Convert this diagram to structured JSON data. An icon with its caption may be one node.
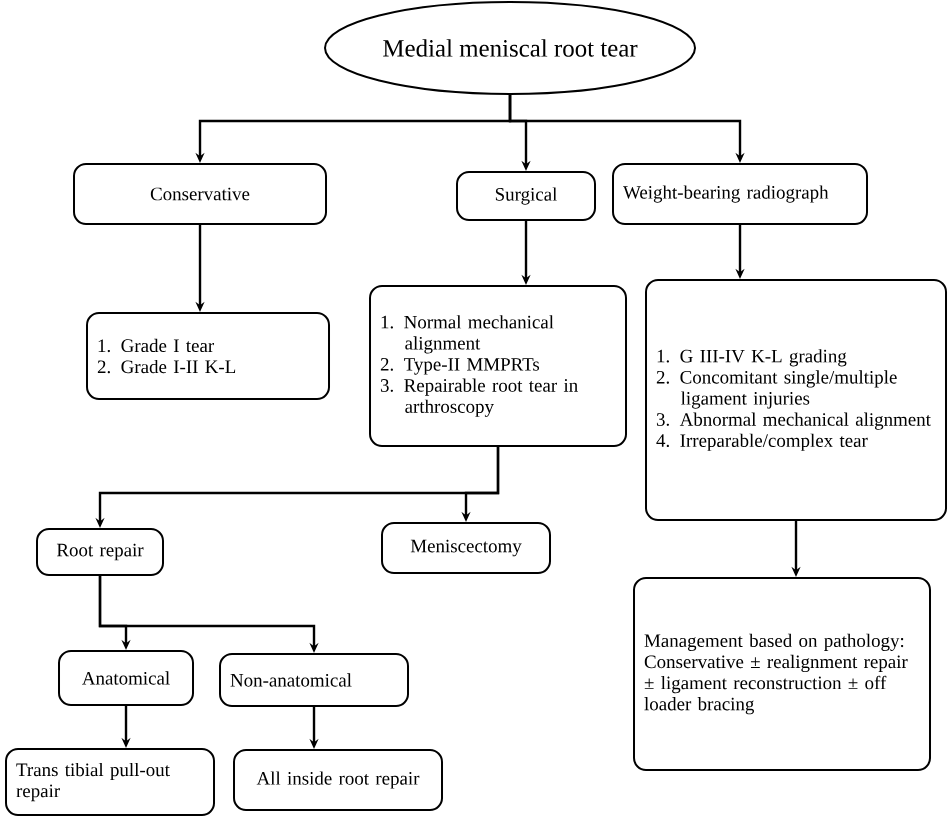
{
  "diagram": {
    "nodes": [
      {
        "text": [
          "Medial meniscal root tear"
        ]
      },
      {
        "text": [
          "Conservative"
        ]
      },
      {
        "text": [
          "Surgical"
        ]
      },
      {
        "text": [
          "Weight-bearing radiograph"
        ]
      },
      {
        "text": [
          "1. Grade I tear",
          "2. Grade I-II K-L"
        ]
      },
      {
        "text": [
          "1. Normal mechanical alignment",
          "2. Type-II MMPRTs",
          "3. Repairable root tear in arthroscopy"
        ]
      },
      {
        "text": [
          "1. G III-IV K-L grading",
          "2. Concomitant single/multiple ligament injuries",
          "3. Abnormal mechanical alignment",
          "4. Irreparable/complex tear"
        ]
      },
      {
        "text": [
          "Root repair"
        ]
      },
      {
        "text": [
          "Meniscectomy"
        ]
      },
      {
        "text": [
          "Anatomical"
        ]
      },
      {
        "text": [
          "Non-anatomical"
        ]
      },
      {
        "text": [
          "Trans tibial pull-out repair"
        ]
      },
      {
        "text": [
          "All inside root repair"
        ]
      },
      {
        "text": [
          "Management based on pathology: Conservative ± realignment repair ± ligament reconstruction ± off loader bracing"
        ]
      }
    ],
    "edges": [
      {
        "from": 0,
        "to": 1,
        "arrow": "to"
      },
      {
        "from": 0,
        "to": 2,
        "arrow": "to"
      },
      {
        "from": 0,
        "to": 3,
        "arrow": "to"
      },
      {
        "from": 1,
        "to": 4,
        "arrow": "to"
      },
      {
        "from": 2,
        "to": 5,
        "arrow": "to"
      },
      {
        "from": 3,
        "to": 6,
        "arrow": "to"
      },
      {
        "from": 5,
        "to": 7,
        "arrow": "to"
      },
      {
        "from": 5,
        "to": 8,
        "arrow": "to"
      },
      {
        "from": 7,
        "to": 9,
        "arrow": "to"
      },
      {
        "from": 7,
        "to": 10,
        "arrow": "to"
      },
      {
        "from": 9,
        "to": 11,
        "arrow": "to"
      },
      {
        "from": 10,
        "to": 12,
        "arrow": "to"
      },
      {
        "from": 6,
        "to": 13,
        "arrow": "to"
      }
    ]
  }
}
